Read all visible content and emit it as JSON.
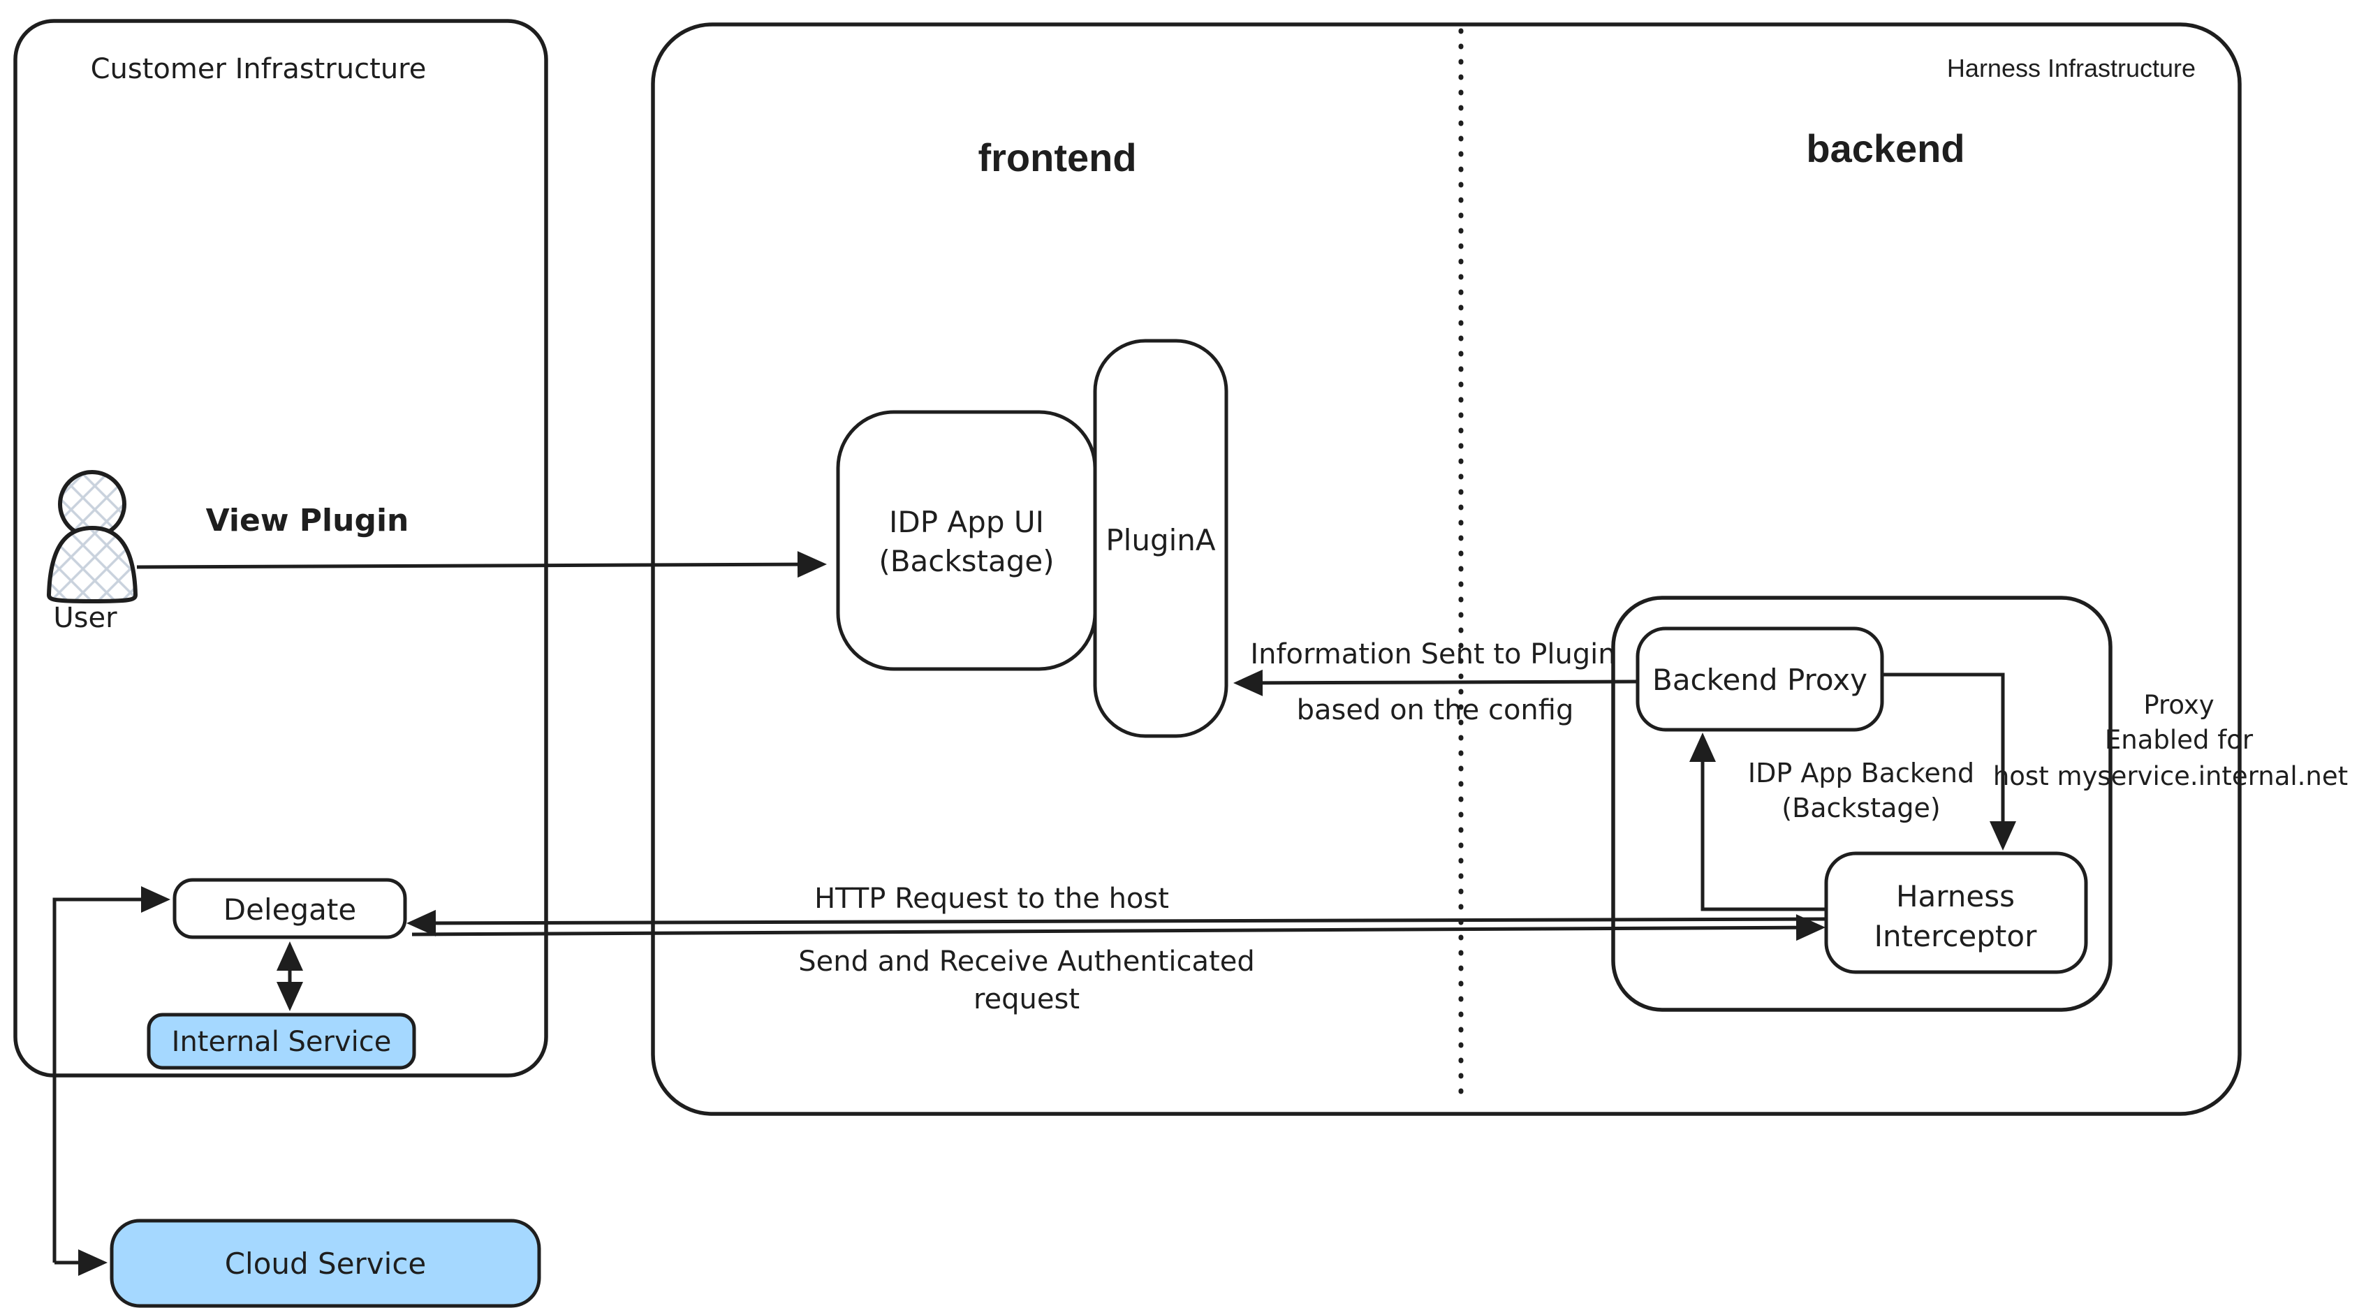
{
  "regions": {
    "customer": {
      "title": "Customer Infrastructure"
    },
    "harness": {
      "title": "Harness Infrastructure"
    },
    "frontend_zone": {
      "title": "frontend"
    },
    "backend_zone": {
      "title": "backend"
    }
  },
  "nodes": {
    "user": {
      "label": "User"
    },
    "idp_app_ui": {
      "line1": "IDP App UI",
      "line2": "(Backstage)"
    },
    "plugin_a": {
      "label": "PluginA"
    },
    "backend_proxy": {
      "label": "Backend Proxy"
    },
    "idp_app_backend": {
      "line1": "IDP App Backend",
      "line2": "(Backstage)"
    },
    "harness_interceptor": {
      "line1": "Harness",
      "line2": "Interceptor"
    },
    "delegate": {
      "label": "Delegate"
    },
    "internal_service": {
      "label": "Internal Service"
    },
    "cloud_service": {
      "label": "Cloud Service"
    }
  },
  "edges": {
    "view_plugin": {
      "label": "View Plugin"
    },
    "info_sent": {
      "line1": "Information Sent to Plugin",
      "line2": "based on the config"
    },
    "proxy_enabled": {
      "line1": "Proxy",
      "line2": "Enabled for",
      "line3": "host myservice.internal.net"
    },
    "http_request": {
      "line1": "HTTP Request to the host",
      "line2": "Send and Receive Authenticated",
      "line3": "request"
    }
  },
  "colors": {
    "stroke": "#1e1e1e",
    "service_fill": "#a5d8ff",
    "hatch": "#c9d2dd",
    "background": "#ffffff"
  }
}
